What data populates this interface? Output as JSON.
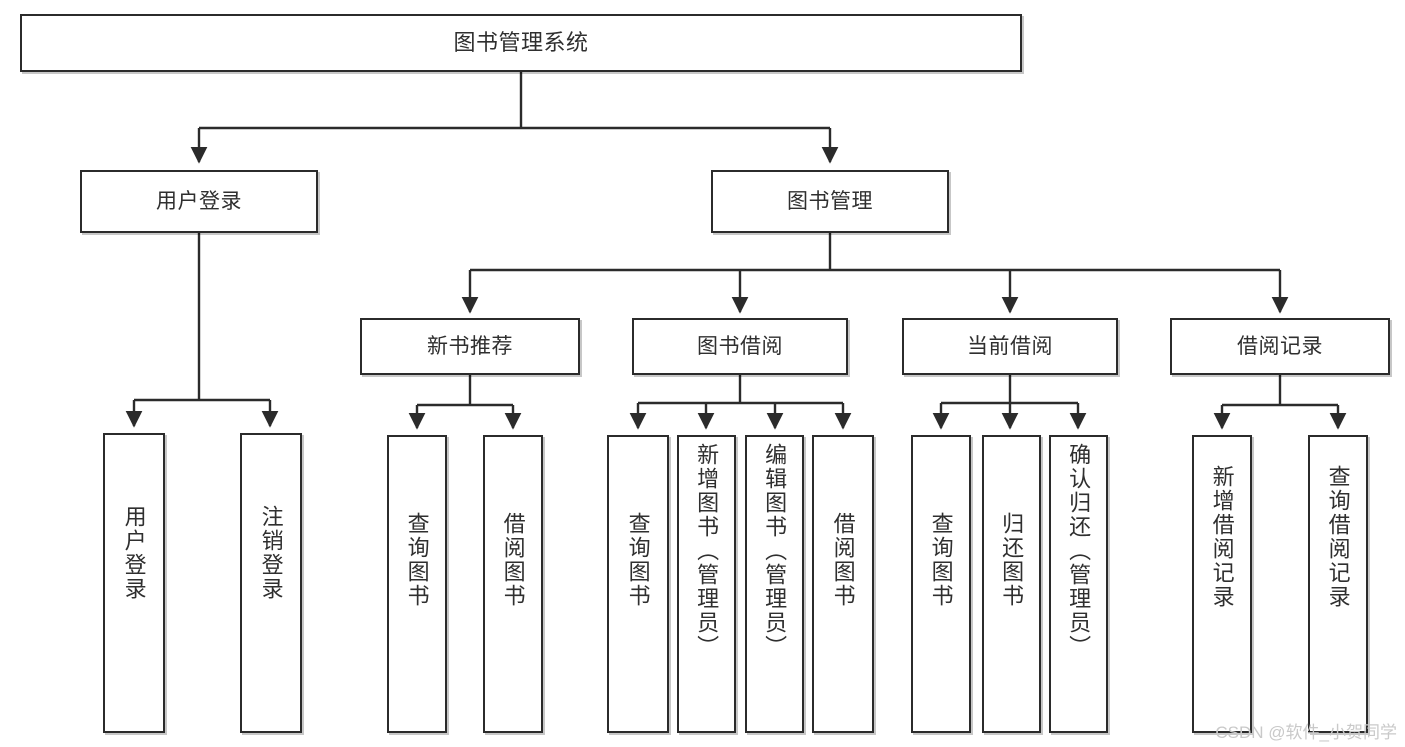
{
  "diagram": {
    "title": "图书管理系统",
    "watermark": "CSDN @软件_小贺同学",
    "line_color": "#2b2b2b",
    "box_fill": "#ffffff",
    "text_color": "#2f2f2f",
    "levels": {
      "level1": [
        {
          "id": "root",
          "label": "图书管理系统"
        }
      ],
      "level2": [
        {
          "id": "user-login",
          "label": "用户登录"
        },
        {
          "id": "book-manage",
          "label": "图书管理"
        }
      ],
      "level3": [
        {
          "id": "new-book-recommend",
          "label": "新书推荐"
        },
        {
          "id": "book-borrow",
          "label": "图书借阅"
        },
        {
          "id": "current-borrow",
          "label": "当前借阅"
        },
        {
          "id": "borrow-record",
          "label": "借阅记录"
        }
      ],
      "level4": [
        {
          "id": "leaf-user-login",
          "label": "用户登录",
          "parent": "user-login"
        },
        {
          "id": "leaf-logout-login",
          "label": "注销登录",
          "parent": "user-login"
        },
        {
          "id": "leaf-query-book-1",
          "label": "查询图书",
          "parent": "new-book-recommend"
        },
        {
          "id": "leaf-borrow-book-1",
          "label": "借阅图书",
          "parent": "new-book-recommend"
        },
        {
          "id": "leaf-query-book-2",
          "label": "查询图书",
          "parent": "book-borrow"
        },
        {
          "id": "leaf-add-book",
          "label": "新增图书（管理员）",
          "parent": "book-borrow"
        },
        {
          "id": "leaf-edit-book",
          "label": "编辑图书（管理员）",
          "parent": "book-borrow"
        },
        {
          "id": "leaf-borrow-book-2",
          "label": "借阅图书",
          "parent": "book-borrow"
        },
        {
          "id": "leaf-query-book-3",
          "label": "查询图书",
          "parent": "current-borrow"
        },
        {
          "id": "leaf-return-book",
          "label": "归还图书",
          "parent": "current-borrow"
        },
        {
          "id": "leaf-confirm-return",
          "label": "确认归还（管理员）",
          "parent": "current-borrow"
        },
        {
          "id": "leaf-add-record",
          "label": "新增借阅记录",
          "parent": "borrow-record"
        },
        {
          "id": "leaf-query-record",
          "label": "查询借阅记录",
          "parent": "borrow-record"
        }
      ]
    }
  }
}
